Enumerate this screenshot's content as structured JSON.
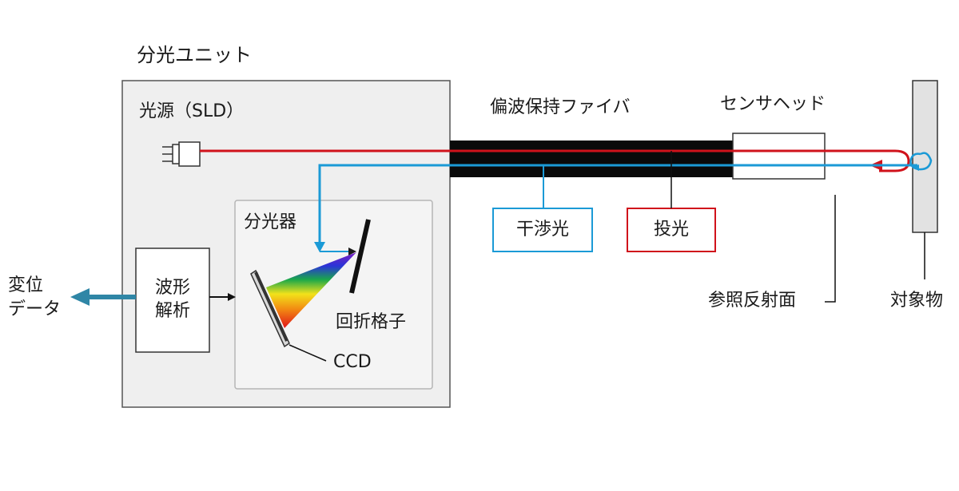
{
  "labels": {
    "spectro_unit": "分光ユニット",
    "light_source": "光源（SLD）",
    "spectrometer": "分光器",
    "waveform_analysis_1": "波形",
    "waveform_analysis_2": "解析",
    "displacement_1": "変位",
    "displacement_2": "データ",
    "grating": "回折格子",
    "ccd": "CCD",
    "fiber": "偏波保持ファイバ",
    "sensor_head": "センサヘッド",
    "interference_light": "干渉光",
    "projected_light": "投光",
    "reference_surface": "参照反射面",
    "target_object": "対象物"
  },
  "colors": {
    "projected_light": "#d0121b",
    "interference_light": "#1b9ad6",
    "output_arrow": "#2f86a6",
    "fiber": "#0a0a0a",
    "unit_fill": "#efefef",
    "spectrometer_fill": "#f4f4f4"
  }
}
